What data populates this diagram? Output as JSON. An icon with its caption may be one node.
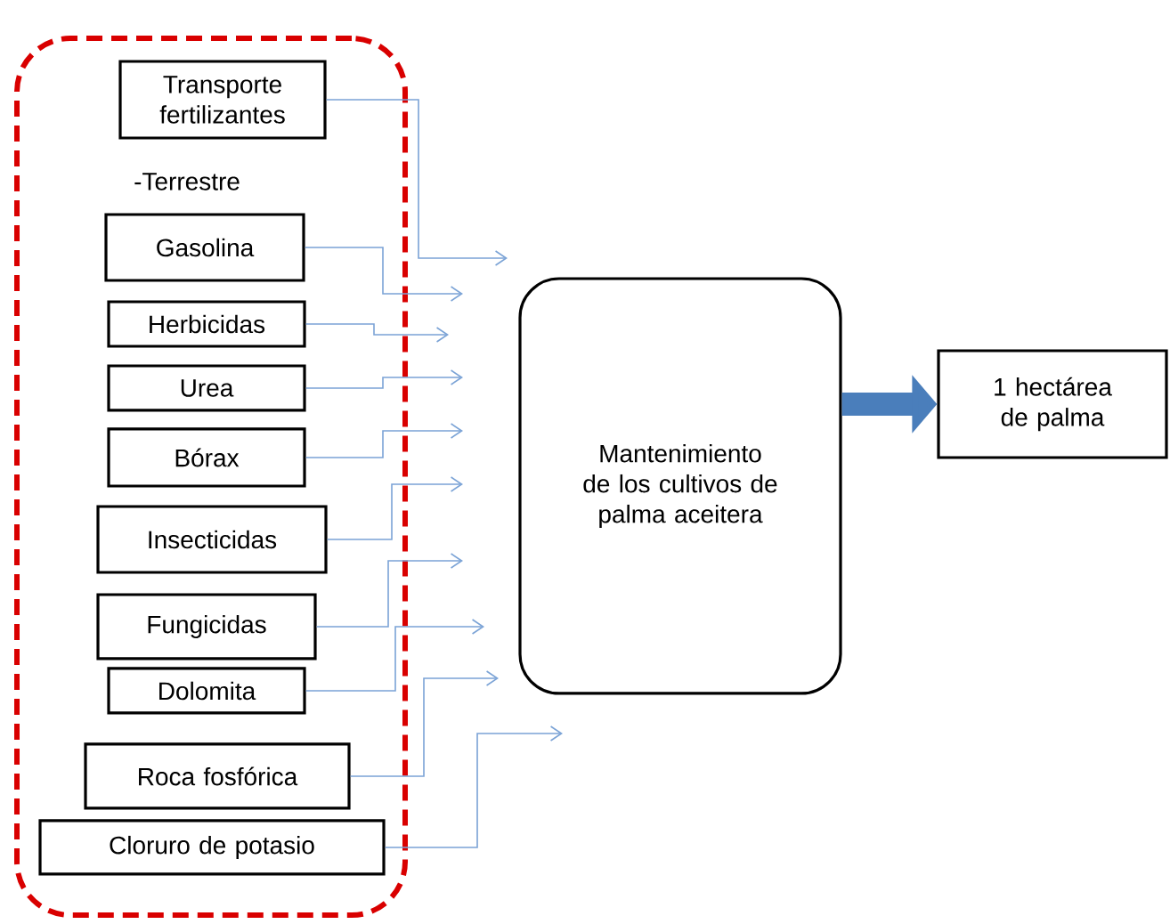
{
  "diagram": {
    "nodes": [
      {
        "text": [],
        "shape": "box"
      },
      {
        "text": [
          "Transporte fertilizantes"
        ],
        "in": 0
      },
      {
        "text": [
          "Gasolina"
        ],
        "in": 0
      },
      {
        "text": [
          "Herbicidas"
        ],
        "in": 0
      },
      {
        "text": [
          "Urea"
        ],
        "in": 0
      },
      {
        "text": [
          "Bórax"
        ],
        "in": 0
      },
      {
        "text": [
          "Insecticidas"
        ],
        "in": 0
      },
      {
        "text": [
          "Fungicidas"
        ],
        "in": 0
      },
      {
        "text": [
          "Dolomita"
        ],
        "in": 0
      },
      {
        "text": [
          "Roca fosfórica"
        ],
        "in": 0
      },
      {
        "text": [
          "Cloruro de potasio"
        ],
        "in": 0
      },
      {
        "text": [
          "Mantenimiento de los cultivos de palma aceitera"
        ]
      },
      {
        "text": [
          "1 hectárea de palma"
        ]
      }
    ],
    "edges": [
      {
        "from": 1,
        "to": null,
        "arrow": "to"
      },
      {
        "from": 2,
        "to": null,
        "arrow": "to"
      },
      {
        "from": 3,
        "to": null,
        "arrow": "to"
      },
      {
        "from": 4,
        "to": null,
        "arrow": "to"
      },
      {
        "from": 5,
        "to": null,
        "arrow": "to"
      },
      {
        "from": 6,
        "to": null,
        "arrow": "to"
      },
      {
        "from": 7,
        "to": null,
        "arrow": "to"
      },
      {
        "from": 8,
        "to": null,
        "arrow": "to"
      },
      {
        "from": 9,
        "to": null,
        "arrow": "to"
      },
      {
        "from": 10,
        "to": null,
        "arrow": "to"
      },
      {
        "from": 11,
        "to": 12,
        "arrow": "to",
        "style": "thick",
        "color": "#4a7ebb"
      }
    ],
    "labels": [
      "-Terrestre"
    ]
  }
}
